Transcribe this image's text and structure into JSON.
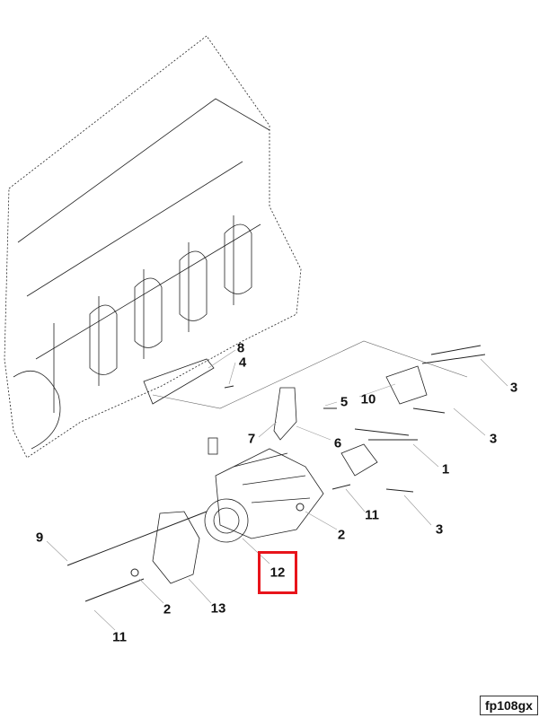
{
  "callouts": [
    {
      "id": "c3a",
      "label": "3"
    },
    {
      "id": "c8",
      "label": "8"
    },
    {
      "id": "c4",
      "label": "4"
    },
    {
      "id": "c5",
      "label": "5"
    },
    {
      "id": "c10",
      "label": "10"
    },
    {
      "id": "c3b",
      "label": "3"
    },
    {
      "id": "c7",
      "label": "7"
    },
    {
      "id": "c6",
      "label": "6"
    },
    {
      "id": "c1",
      "label": "1"
    },
    {
      "id": "c11a",
      "label": "11"
    },
    {
      "id": "c2a",
      "label": "2"
    },
    {
      "id": "c3c",
      "label": "3"
    },
    {
      "id": "c9",
      "label": "9"
    },
    {
      "id": "c12",
      "label": "12"
    },
    {
      "id": "c2b",
      "label": "2"
    },
    {
      "id": "c13",
      "label": "13"
    },
    {
      "id": "c11b",
      "label": "11"
    }
  ],
  "highlight_color": "#e8141b",
  "figure_ref": "fp108gx"
}
